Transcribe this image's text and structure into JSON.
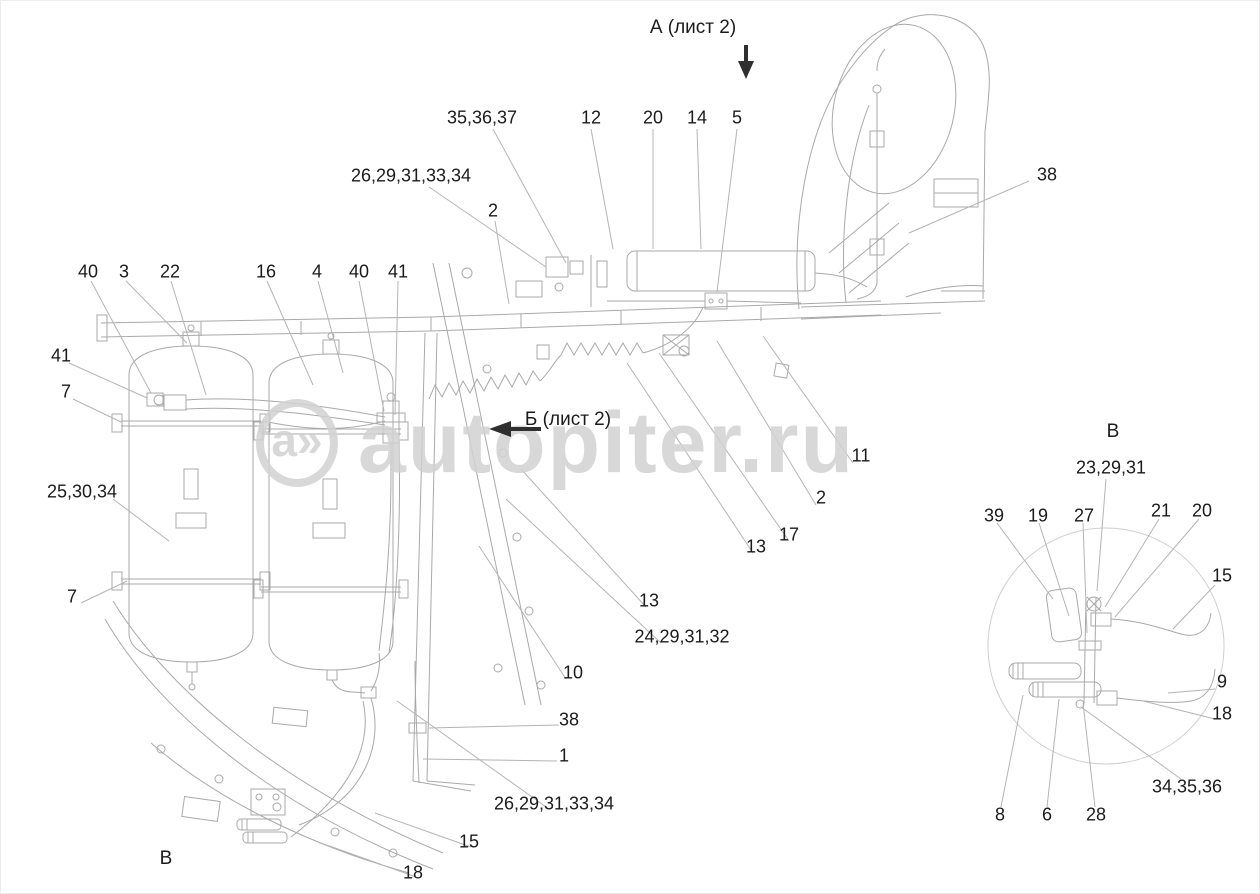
{
  "watermark": {
    "logo_text": "a»",
    "brand_text": "autopiter.ru",
    "color": "#d2d2d2"
  },
  "view_labels": {
    "view_a": "А (лист 2)",
    "view_b": "Б (лист 2)",
    "view_v_bottom": "В",
    "view_v_detail": "В"
  },
  "callouts": [
    "35,36,37",
    "12",
    "20",
    "14",
    "5",
    "38",
    "26,29,31,33,34",
    "2",
    "40",
    "3",
    "22",
    "16",
    "4",
    "40",
    "41",
    "41",
    "7",
    "25,30,34",
    "7",
    "11",
    "2",
    "17",
    "13",
    "13",
    "24,29,31,32",
    "10",
    "38",
    "1",
    "26,29,31,33,34",
    "15",
    "18",
    "23,29,31",
    "39",
    "19",
    "27",
    "21",
    "20",
    "15",
    "9",
    "18",
    "34,35,36",
    "8",
    "6",
    "28"
  ],
  "drawing_colors": {
    "line": "#a9a9a9",
    "leader": "#b4b4b4",
    "arrow": "#2f2f2f",
    "detail_circle": "#cfcfcf"
  }
}
